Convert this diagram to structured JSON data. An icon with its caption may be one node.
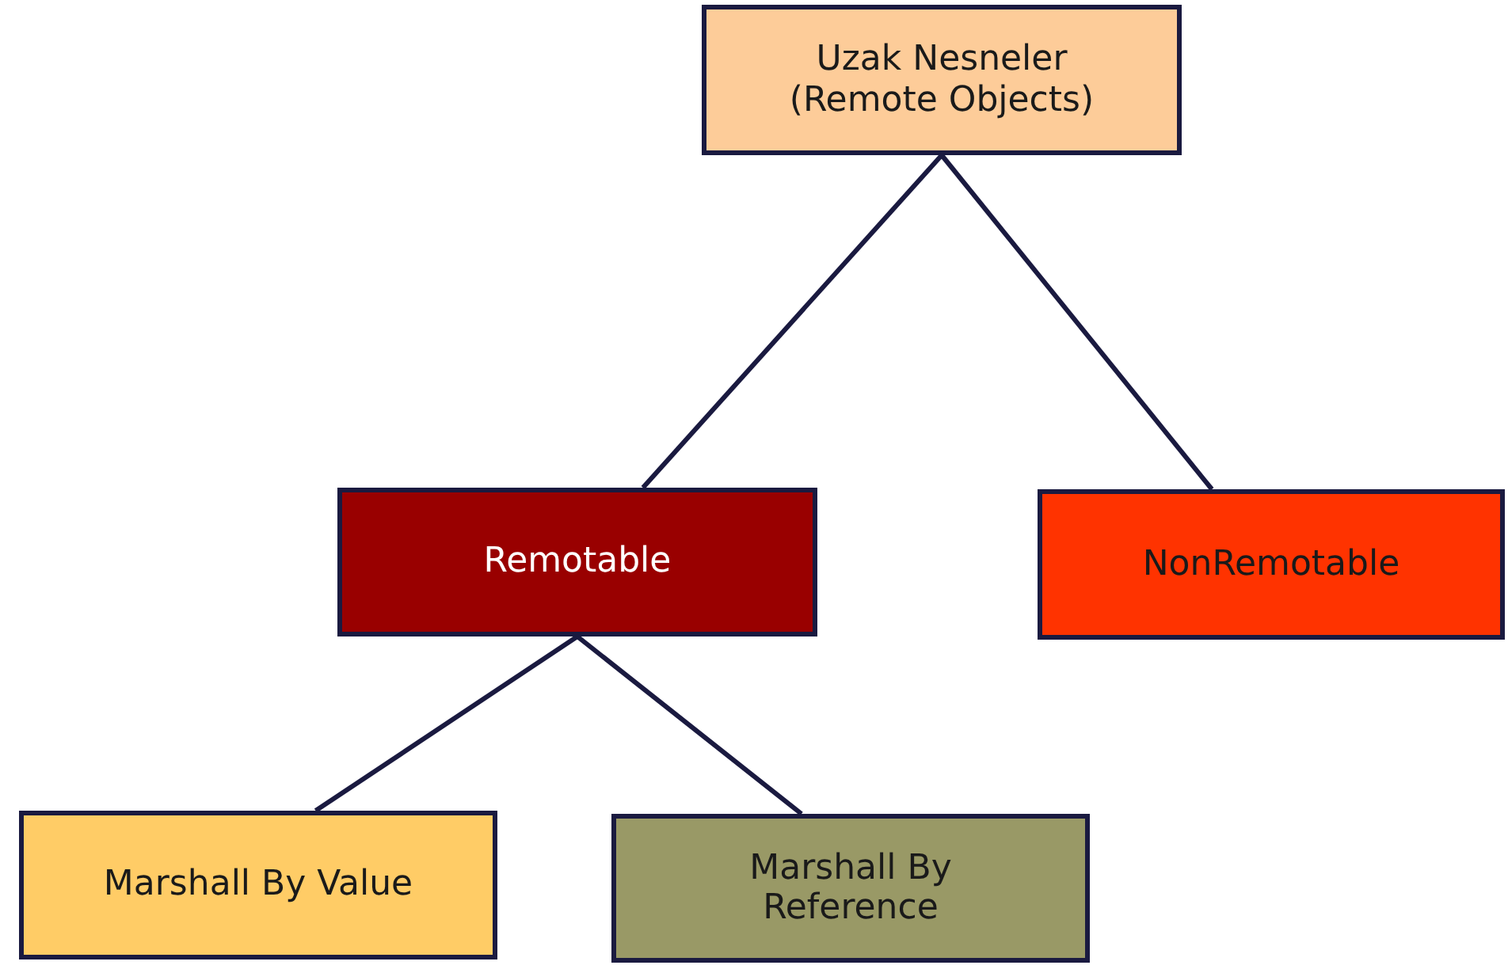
{
  "diagram": {
    "nodes": [
      {
        "text": [
          "Uzak Nesneler (Remote Objects)"
        ]
      },
      {
        "text": [
          "Remotable"
        ]
      },
      {
        "text": [
          "NonRemotable"
        ]
      },
      {
        "text": [
          "Marshall By Value"
        ]
      },
      {
        "text": [
          "Marshall By Reference"
        ]
      }
    ],
    "edges": [
      {
        "from": 0,
        "to": 1,
        "arrow": "none"
      },
      {
        "from": 0,
        "to": 2,
        "arrow": "none"
      },
      {
        "from": 1,
        "to": 3,
        "arrow": "none"
      },
      {
        "from": 1,
        "to": 4,
        "arrow": "none"
      }
    ]
  }
}
